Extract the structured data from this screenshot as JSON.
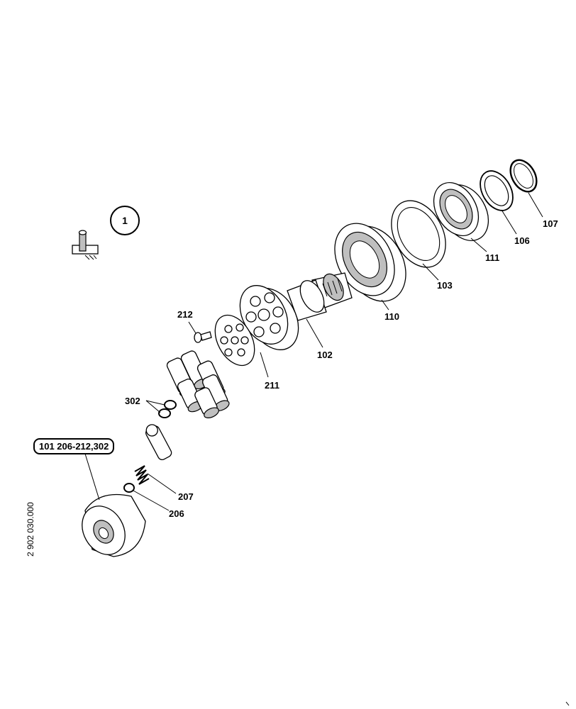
{
  "drawing": {
    "reference_number": "2 902 030.000",
    "section_number": "1",
    "kit_callout": "101 206-212,302"
  },
  "labels": {
    "p107": "107",
    "p106": "106",
    "p111": "111",
    "p103": "103",
    "p110": "110",
    "p102": "102",
    "p212": "212",
    "p211": "211",
    "p302": "302",
    "p207": "207",
    "p206": "206"
  },
  "icons": {
    "section_icon": "parts-catalog-symbol-icon"
  }
}
